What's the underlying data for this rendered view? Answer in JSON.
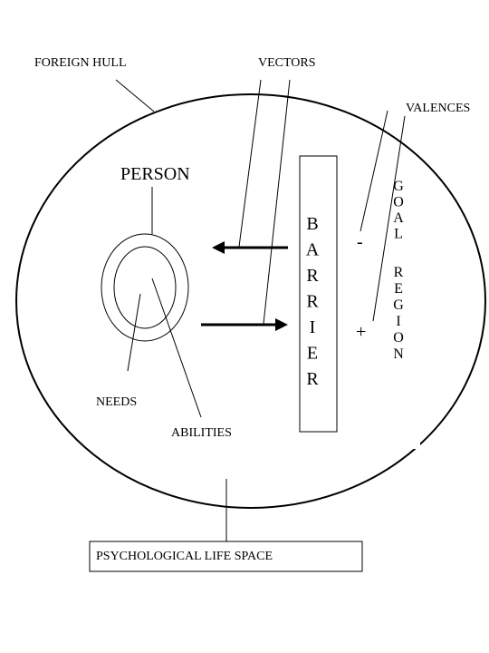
{
  "labels": {
    "foreign_hull": "FOREIGN HULL",
    "vectors": "VECTORS",
    "valences": "VALENCES",
    "person": "PERSON",
    "needs": "NEEDS",
    "abilities": "ABILITIES",
    "minus": "-",
    "plus": "+",
    "psychological_life_space": "PSYCHOLOGICAL LIFE SPACE"
  },
  "barrier_letters": [
    "B",
    "A",
    "R",
    "R",
    "I",
    "E",
    "R"
  ],
  "goal_letters": [
    "G",
    "O",
    "A",
    "L"
  ],
  "region_letters": [
    "R",
    "E",
    "G",
    "I",
    "O",
    "N"
  ]
}
